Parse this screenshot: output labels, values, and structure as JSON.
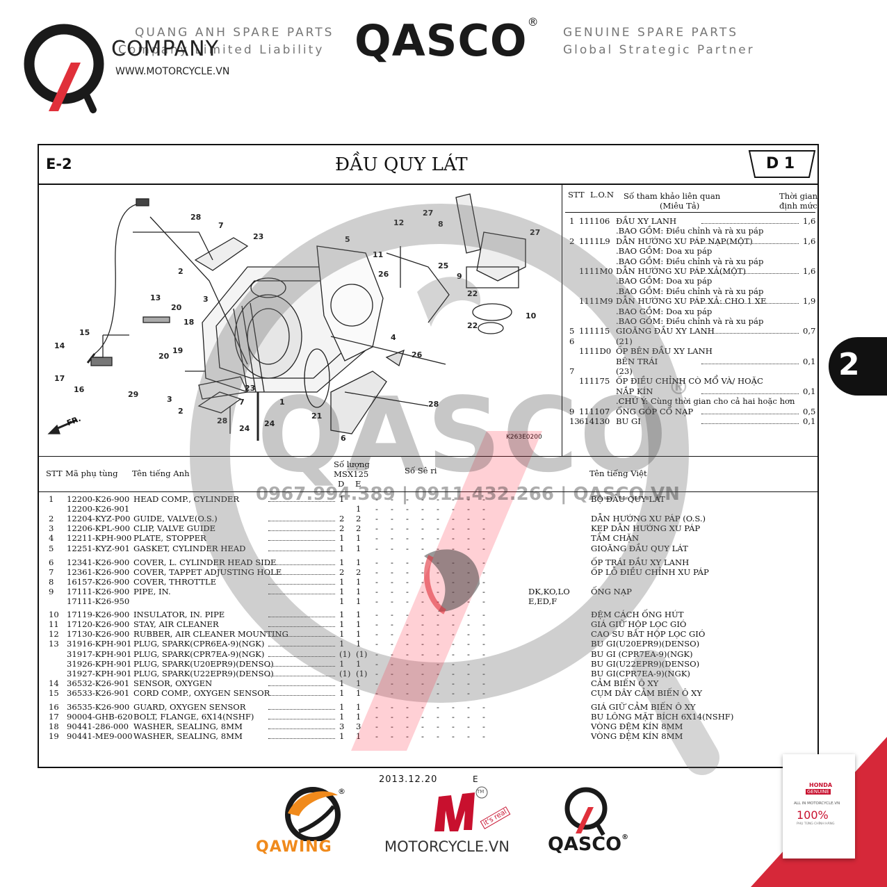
{
  "header": {
    "company_line1": "QUANG ANH SPARE PARTS",
    "company_line2_overlay": "Company Limited Liability",
    "company_big": "COMPANY",
    "website": "WWW.MOTORCYCLE.VN",
    "brand": "QASCO",
    "brand_reg": "®",
    "tag1": "GENUINE SPARE PARTS",
    "tag2": "Global Strategic Partner"
  },
  "sheet": {
    "code": "E-2",
    "title": "ĐẦU QUY LÁT",
    "section": "D 1",
    "diagram_code": "K263E0200",
    "fr_label": "FR."
  },
  "callouts": [
    "28",
    "7",
    "23",
    "5",
    "12",
    "27",
    "8",
    "27",
    "2",
    "3",
    "11",
    "25",
    "26",
    "13",
    "20",
    "18",
    "15",
    "14",
    "17",
    "16",
    "20",
    "19",
    "22",
    "22",
    "10",
    "4",
    "26",
    "29",
    "3",
    "2",
    "23",
    "7",
    "1",
    "28",
    "24",
    "24",
    "21",
    "6",
    "9",
    "28"
  ],
  "ref_table": {
    "headers": {
      "stt": "STT",
      "lon": "L.O.N",
      "ref": "Số tham khảo liên quan",
      "ref_sub": "(Miêu Tả)",
      "time": "Thời gian",
      "time_sub": "định mức"
    },
    "rows": [
      {
        "stt": "1",
        "lon": "111106",
        "desc": "ĐẦU XY LANH",
        "time": "1,6"
      },
      {
        "stt": "",
        "lon": "",
        "desc": ".BAO GỒM: Điều chỉnh và rà xu páp",
        "time": ""
      },
      {
        "stt": "2",
        "lon": "1111L9",
        "desc": "DẪN HƯỚNG XU PÁP NẠP(MỘT)",
        "time": "1,6"
      },
      {
        "stt": "",
        "lon": "",
        "desc": ".BAO GỒM: Doa xu páp",
        "time": ""
      },
      {
        "stt": "",
        "lon": "",
        "desc": ".BAO GỒM: Điều chỉnh và rà xu páp",
        "time": ""
      },
      {
        "stt": "",
        "lon": "1111M0",
        "desc": "DẪN HƯỚNG XU PÁP XẢ(MỘT)",
        "time": "1,6"
      },
      {
        "stt": "",
        "lon": "",
        "desc": ".BAO GỒM: Doa xu páp",
        "time": ""
      },
      {
        "stt": "",
        "lon": "",
        "desc": ".BAO GỒM: Điều chỉnh và rà xu páp",
        "time": ""
      },
      {
        "stt": "",
        "lon": "1111M9",
        "desc": "DẪN HƯỚNG XU PÁP XẢ: CHO 1 XE",
        "time": "1,9"
      },
      {
        "stt": "",
        "lon": "",
        "desc": ".BAO GỒM: Doa xu páp",
        "time": ""
      },
      {
        "stt": "",
        "lon": "",
        "desc": ".BAO GỒM: Điều chỉnh và rà xu páp",
        "time": ""
      },
      {
        "stt": "5",
        "lon": "111115",
        "desc": "GIOĂNG ĐẦU XY LANH",
        "time": "0,7"
      },
      {
        "stt": "6",
        "lon": "",
        "desc": "(21)",
        "time": ""
      },
      {
        "stt": "",
        "lon": "1111D0",
        "desc": "ỐP BÊN ĐẦU XY LANH",
        "time": ""
      },
      {
        "stt": "",
        "lon": "",
        "desc": "BÊN TRÁI",
        "time": "0,1"
      },
      {
        "stt": "7",
        "lon": "",
        "desc": "(23)",
        "time": ""
      },
      {
        "stt": "",
        "lon": "111175",
        "desc": "ỐP ĐIỀU CHỈNH CÒ MỔ VÀ/ HOẶC",
        "time": ""
      },
      {
        "stt": "",
        "lon": "",
        "desc": "NẮP KÍN",
        "time": "0,1"
      },
      {
        "stt": "",
        "lon": "",
        "desc": ".CHÚ Ý: Cùng thời gian cho cả hai hoặc hơn",
        "time": ""
      },
      {
        "stt": "9",
        "lon": "111107",
        "desc": "ỐNG GÓP CỔ NẠP",
        "time": "0,5"
      },
      {
        "stt": "13",
        "lon": "614130",
        "desc": "BU GI",
        "time": "0,1"
      }
    ]
  },
  "parts_table": {
    "headers": {
      "stt": "STT",
      "part_no": "Mã phụ tùng",
      "name_en": "Tên tiếng Anh",
      "qty": "Số lượng",
      "model": "MSX125",
      "qty_d": "D",
      "qty_e": "E",
      "serial": "Số Sê ri",
      "name_vi": "Tên tiếng Việt"
    },
    "rows": [
      {
        "stt": "1",
        "pn": "12200-K26-900",
        "en": "HEAD COMP., CYLINDER",
        "d": "1",
        "e": "",
        "note": "",
        "vi": "BỘ ĐẦU QUY LÁT"
      },
      {
        "stt": "",
        "pn": "12200-K26-901",
        "en": "",
        "d": "",
        "e": "1",
        "note": "",
        "vi": ""
      },
      {
        "stt": "2",
        "pn": "12204-KYZ-P00",
        "en": "GUIDE, VALVE(O.S.)",
        "d": "2",
        "e": "2",
        "note": "",
        "vi": "DẪN HƯỚNG XU PÁP (O.S.)"
      },
      {
        "stt": "3",
        "pn": "12206-KPL-900",
        "en": "CLIP, VALVE GUIDE",
        "d": "2",
        "e": "2",
        "note": "",
        "vi": "KẸP DẪN HƯỚNG XU PÁP"
      },
      {
        "stt": "4",
        "pn": "12211-KPH-900",
        "en": "PLATE, STOPPER",
        "d": "1",
        "e": "1",
        "note": "",
        "vi": "TẤM CHẶN"
      },
      {
        "stt": "5",
        "pn": "12251-KYZ-901",
        "en": "GASKET, CYLINDER HEAD",
        "d": "1",
        "e": "1",
        "note": "",
        "vi": "GIOĂNG ĐẦU QUY LÁT"
      },
      {
        "stt": "6",
        "pn": "12341-K26-900",
        "en": "COVER, L. CYLINDER HEAD SIDE",
        "d": "1",
        "e": "1",
        "note": "",
        "vi": "ỐP TRÁI ĐẦU XY LANH"
      },
      {
        "stt": "7",
        "pn": "12361-K26-900",
        "en": "COVER, TAPPET ADJUSTING HOLE",
        "d": "2",
        "e": "2",
        "note": "",
        "vi": "ỐP LỖ ĐIỀU CHỈNH XU PÁP"
      },
      {
        "stt": "8",
        "pn": "16157-K26-900",
        "en": "COVER, THROTTLE",
        "d": "1",
        "e": "1",
        "note": "",
        "vi": ""
      },
      {
        "stt": "9",
        "pn": "17111-K26-900",
        "en": "PIPE, IN.",
        "d": "1",
        "e": "1",
        "note": "DK,KO,LO",
        "vi": "ỐNG NẠP"
      },
      {
        "stt": "",
        "pn": "17111-K26-950",
        "en": "",
        "d": "1",
        "e": "1",
        "note": "E,ED,F",
        "vi": ""
      },
      {
        "stt": "10",
        "pn": "17119-K26-900",
        "en": "INSULATOR, IN. PIPE",
        "d": "1",
        "e": "1",
        "note": "",
        "vi": "ĐỆM CÁCH ỐNG HÚT"
      },
      {
        "stt": "11",
        "pn": "17120-K26-900",
        "en": "STAY, AIR CLEANER",
        "d": "1",
        "e": "1",
        "note": "",
        "vi": "GIÁ GIỮ HỘP LỌC GIÓ"
      },
      {
        "stt": "12",
        "pn": "17130-K26-900",
        "en": "RUBBER, AIR CLEANER MOUNTING",
        "d": "1",
        "e": "1",
        "note": "",
        "vi": "CAO SU BẮT HỘP LỌC GIÓ"
      },
      {
        "stt": "13",
        "pn": "31916-KPH-901",
        "en": "PLUG, SPARK(CPR6EA-9)(NGK)",
        "d": "1",
        "e": "1",
        "note": "",
        "vi": "BU GI(U20EPR9)(DENSO)"
      },
      {
        "stt": "",
        "pn": "31917-KPH-901",
        "en": "PLUG, SPARK(CPR7EA-9)(NGK)",
        "d": "(1)",
        "e": "(1)",
        "note": "",
        "vi": "BU GI (CPR7EA-9)(NGK)"
      },
      {
        "stt": "",
        "pn": "31926-KPH-901",
        "en": "PLUG, SPARK(U20EPR9)(DENSO)",
        "d": "1",
        "e": "1",
        "note": "",
        "vi": "BU GI(U22EPR9)(DENSO)"
      },
      {
        "stt": "",
        "pn": "31927-KPH-901",
        "en": "PLUG, SPARK(U22EPR9)(DENSO)",
        "d": "(1)",
        "e": "(1)",
        "note": "",
        "vi": "BU GI(CPR7EA-9)(NGK)"
      },
      {
        "stt": "14",
        "pn": "36532-K26-901",
        "en": "SENSOR, OXYGEN",
        "d": "1",
        "e": "1",
        "note": "",
        "vi": "CẢM BIẾN Ô XY"
      },
      {
        "stt": "15",
        "pn": "36533-K26-901",
        "en": "CORD COMP., OXYGEN SENSOR",
        "d": "1",
        "e": "1",
        "note": "",
        "vi": "CỤM DÂY CẢM BIẾN Ô XY"
      },
      {
        "stt": "16",
        "pn": "36535-K26-900",
        "en": "GUARD, OXYGEN SENSOR",
        "d": "1",
        "e": "1",
        "note": "",
        "vi": "GIÁ GIỮ CẢM BIẾN Ô XY"
      },
      {
        "stt": "17",
        "pn": "90004-GHB-620",
        "en": "BOLT, FLANGE, 6X14(NSHF)",
        "d": "1",
        "e": "1",
        "note": "",
        "vi": "BU LÔNG MẶT BÍCH 6X14(NSHF)"
      },
      {
        "stt": "18",
        "pn": "90441-286-000",
        "en": "WASHER, SEALING, 8MM",
        "d": "3",
        "e": "3",
        "note": "",
        "vi": "VÒNG ĐỆM KÍN 8MM"
      },
      {
        "stt": "19",
        "pn": "90441-ME9-000",
        "en": "WASHER, SEALING, 8MM",
        "d": "1",
        "e": "1",
        "note": "",
        "vi": "VÒNG ĐỆM KÍN 8MM"
      }
    ]
  },
  "footer": {
    "date": "2013.12.20",
    "edition": "E",
    "logo1": "QAWING",
    "logo2": "MOTORCYCLE.VN",
    "logo2_tag": "it's real",
    "logo2_tm": "TM",
    "logo3": "QASCO",
    "logo3_reg": "®",
    "card_brand": "HONDA",
    "card_genuine": "GENUINE",
    "card_line": "ALL IN MOTORCYCLE.VN",
    "card_percent": "100%",
    "card_sub": "PHỤ TÙNG CHÍNH HÃNG"
  },
  "side_tab": "2",
  "watermark": {
    "phones": "0967.994.389 | 0911.432.266 | QASCO.VN",
    "brand": "QASCO",
    "reg": "®"
  },
  "colors": {
    "accent": "#e0303a",
    "dark": "#1a1a1a",
    "gray": "#7a7a7a"
  }
}
